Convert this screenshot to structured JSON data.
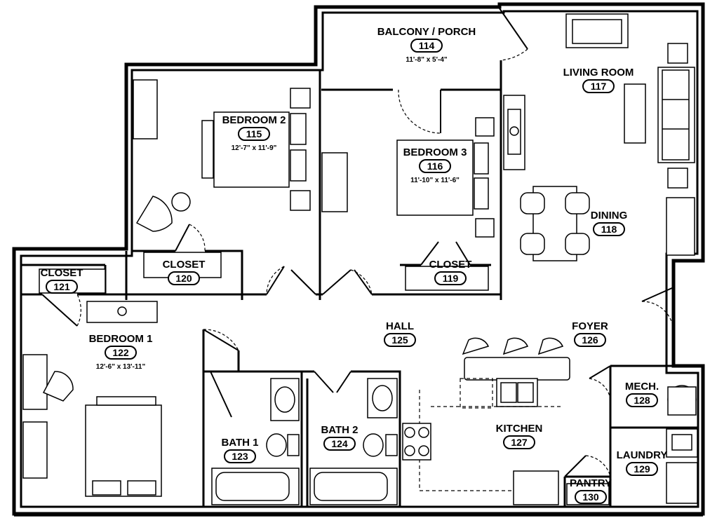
{
  "rooms": [
    {
      "id": "balcony",
      "name": "BALCONY / PORCH",
      "number": "114",
      "dims": "11'-8\" x 5'-4\""
    },
    {
      "id": "bedroom2",
      "name": "BEDROOM 2",
      "number": "115",
      "dims": "12'-7\" x 11'-9\""
    },
    {
      "id": "bedroom3",
      "name": "BEDROOM 3",
      "number": "116",
      "dims": "11'-10\" x 11'-6\""
    },
    {
      "id": "living",
      "name": "LIVING ROOM",
      "number": "117"
    },
    {
      "id": "dining",
      "name": "DINING",
      "number": "118"
    },
    {
      "id": "closet119",
      "name": "CLOSET",
      "number": "119"
    },
    {
      "id": "closet120",
      "name": "CLOSET",
      "number": "120"
    },
    {
      "id": "closet121",
      "name": "CLOSET",
      "number": "121"
    },
    {
      "id": "bedroom1",
      "name": "BEDROOM 1",
      "number": "122",
      "dims": "12'-6\" x 13'-11\""
    },
    {
      "id": "bath1",
      "name": "BATH 1",
      "number": "123"
    },
    {
      "id": "bath2",
      "name": "BATH 2",
      "number": "124"
    },
    {
      "id": "hall",
      "name": "HALL",
      "number": "125"
    },
    {
      "id": "foyer",
      "name": "FOYER",
      "number": "126"
    },
    {
      "id": "kitchen",
      "name": "KITCHEN",
      "number": "127"
    },
    {
      "id": "mech",
      "name": "MECH.",
      "number": "128"
    },
    {
      "id": "laundry",
      "name": "LAUNDRY",
      "number": "129"
    },
    {
      "id": "pantry",
      "name": "PANTRY",
      "number": "130"
    }
  ]
}
